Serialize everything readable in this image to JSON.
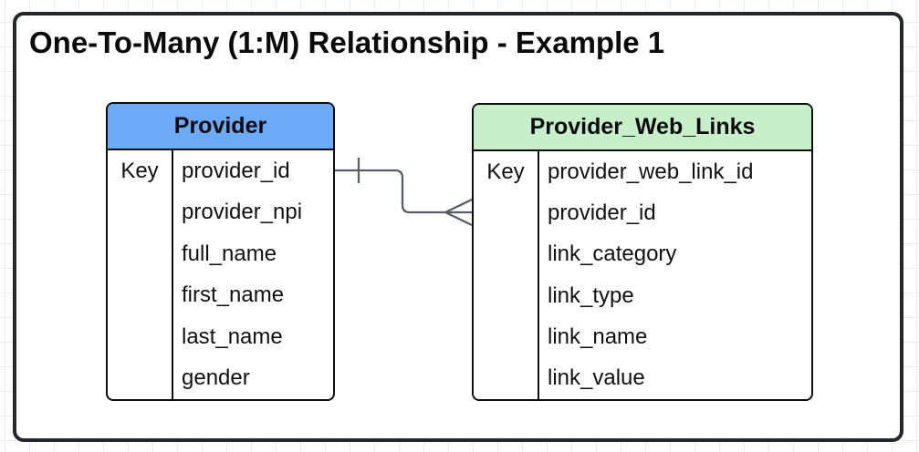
{
  "diagram": {
    "title": "One-To-Many (1:M) Relationship - Example 1",
    "tables": [
      {
        "name": "Provider",
        "header_color": "#6caaf8",
        "key_label": "Key",
        "fields": [
          "provider_id",
          "provider_npi",
          "full_name",
          "first_name",
          "last_name",
          "gender"
        ]
      },
      {
        "name": "Provider_Web_Links",
        "header_color": "#c7f0ca",
        "key_label": "Key",
        "fields": [
          "provider_web_link_id",
          "provider_id",
          "link_category",
          "link_type",
          "link_name",
          "link_value"
        ]
      }
    ],
    "relationship": {
      "cardinality": "one-to-many",
      "one_end": "Provider",
      "many_end": "Provider_Web_Links",
      "one_marker": "single-tick",
      "many_marker": "crow-foot"
    },
    "colors": {
      "provider_header": "#6caaf8",
      "web_links_header": "#c7f0ca",
      "table_border": "#0d0d0d",
      "frame_border": "#23282f",
      "connector_line": "#575d66",
      "grid_line": "#ececec"
    }
  }
}
